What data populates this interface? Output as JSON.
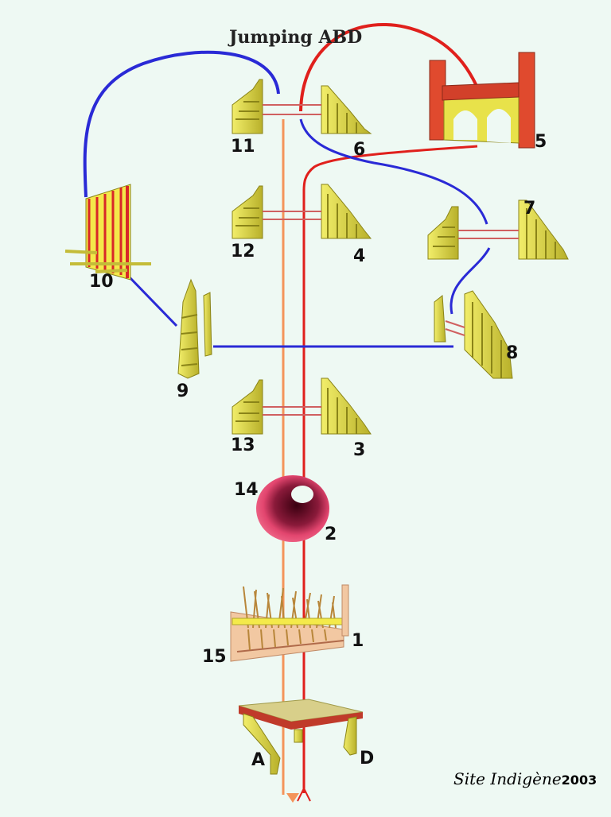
{
  "title": "Jumping ABD",
  "signature": {
    "name": "Site Indigène",
    "year": "2003"
  },
  "labels": {
    "n1": "1",
    "n2": "2",
    "n3": "3",
    "n4": "4",
    "n5": "5",
    "n6": "6",
    "n7": "7",
    "n8": "8",
    "n9": "9",
    "n10": "10",
    "n11": "11",
    "n12": "12",
    "n13": "13",
    "n14": "14",
    "n15": "15",
    "a": "A",
    "d": "D"
  },
  "colors": {
    "background": "#eef9f3",
    "course_red": "#e0201c",
    "course_blue": "#2a2ad6",
    "course_orange": "#f4945a",
    "obstacle_yellow": "#e8e24a",
    "wall_red": "#e04a2e",
    "tire_pink": "#e2456e"
  }
}
